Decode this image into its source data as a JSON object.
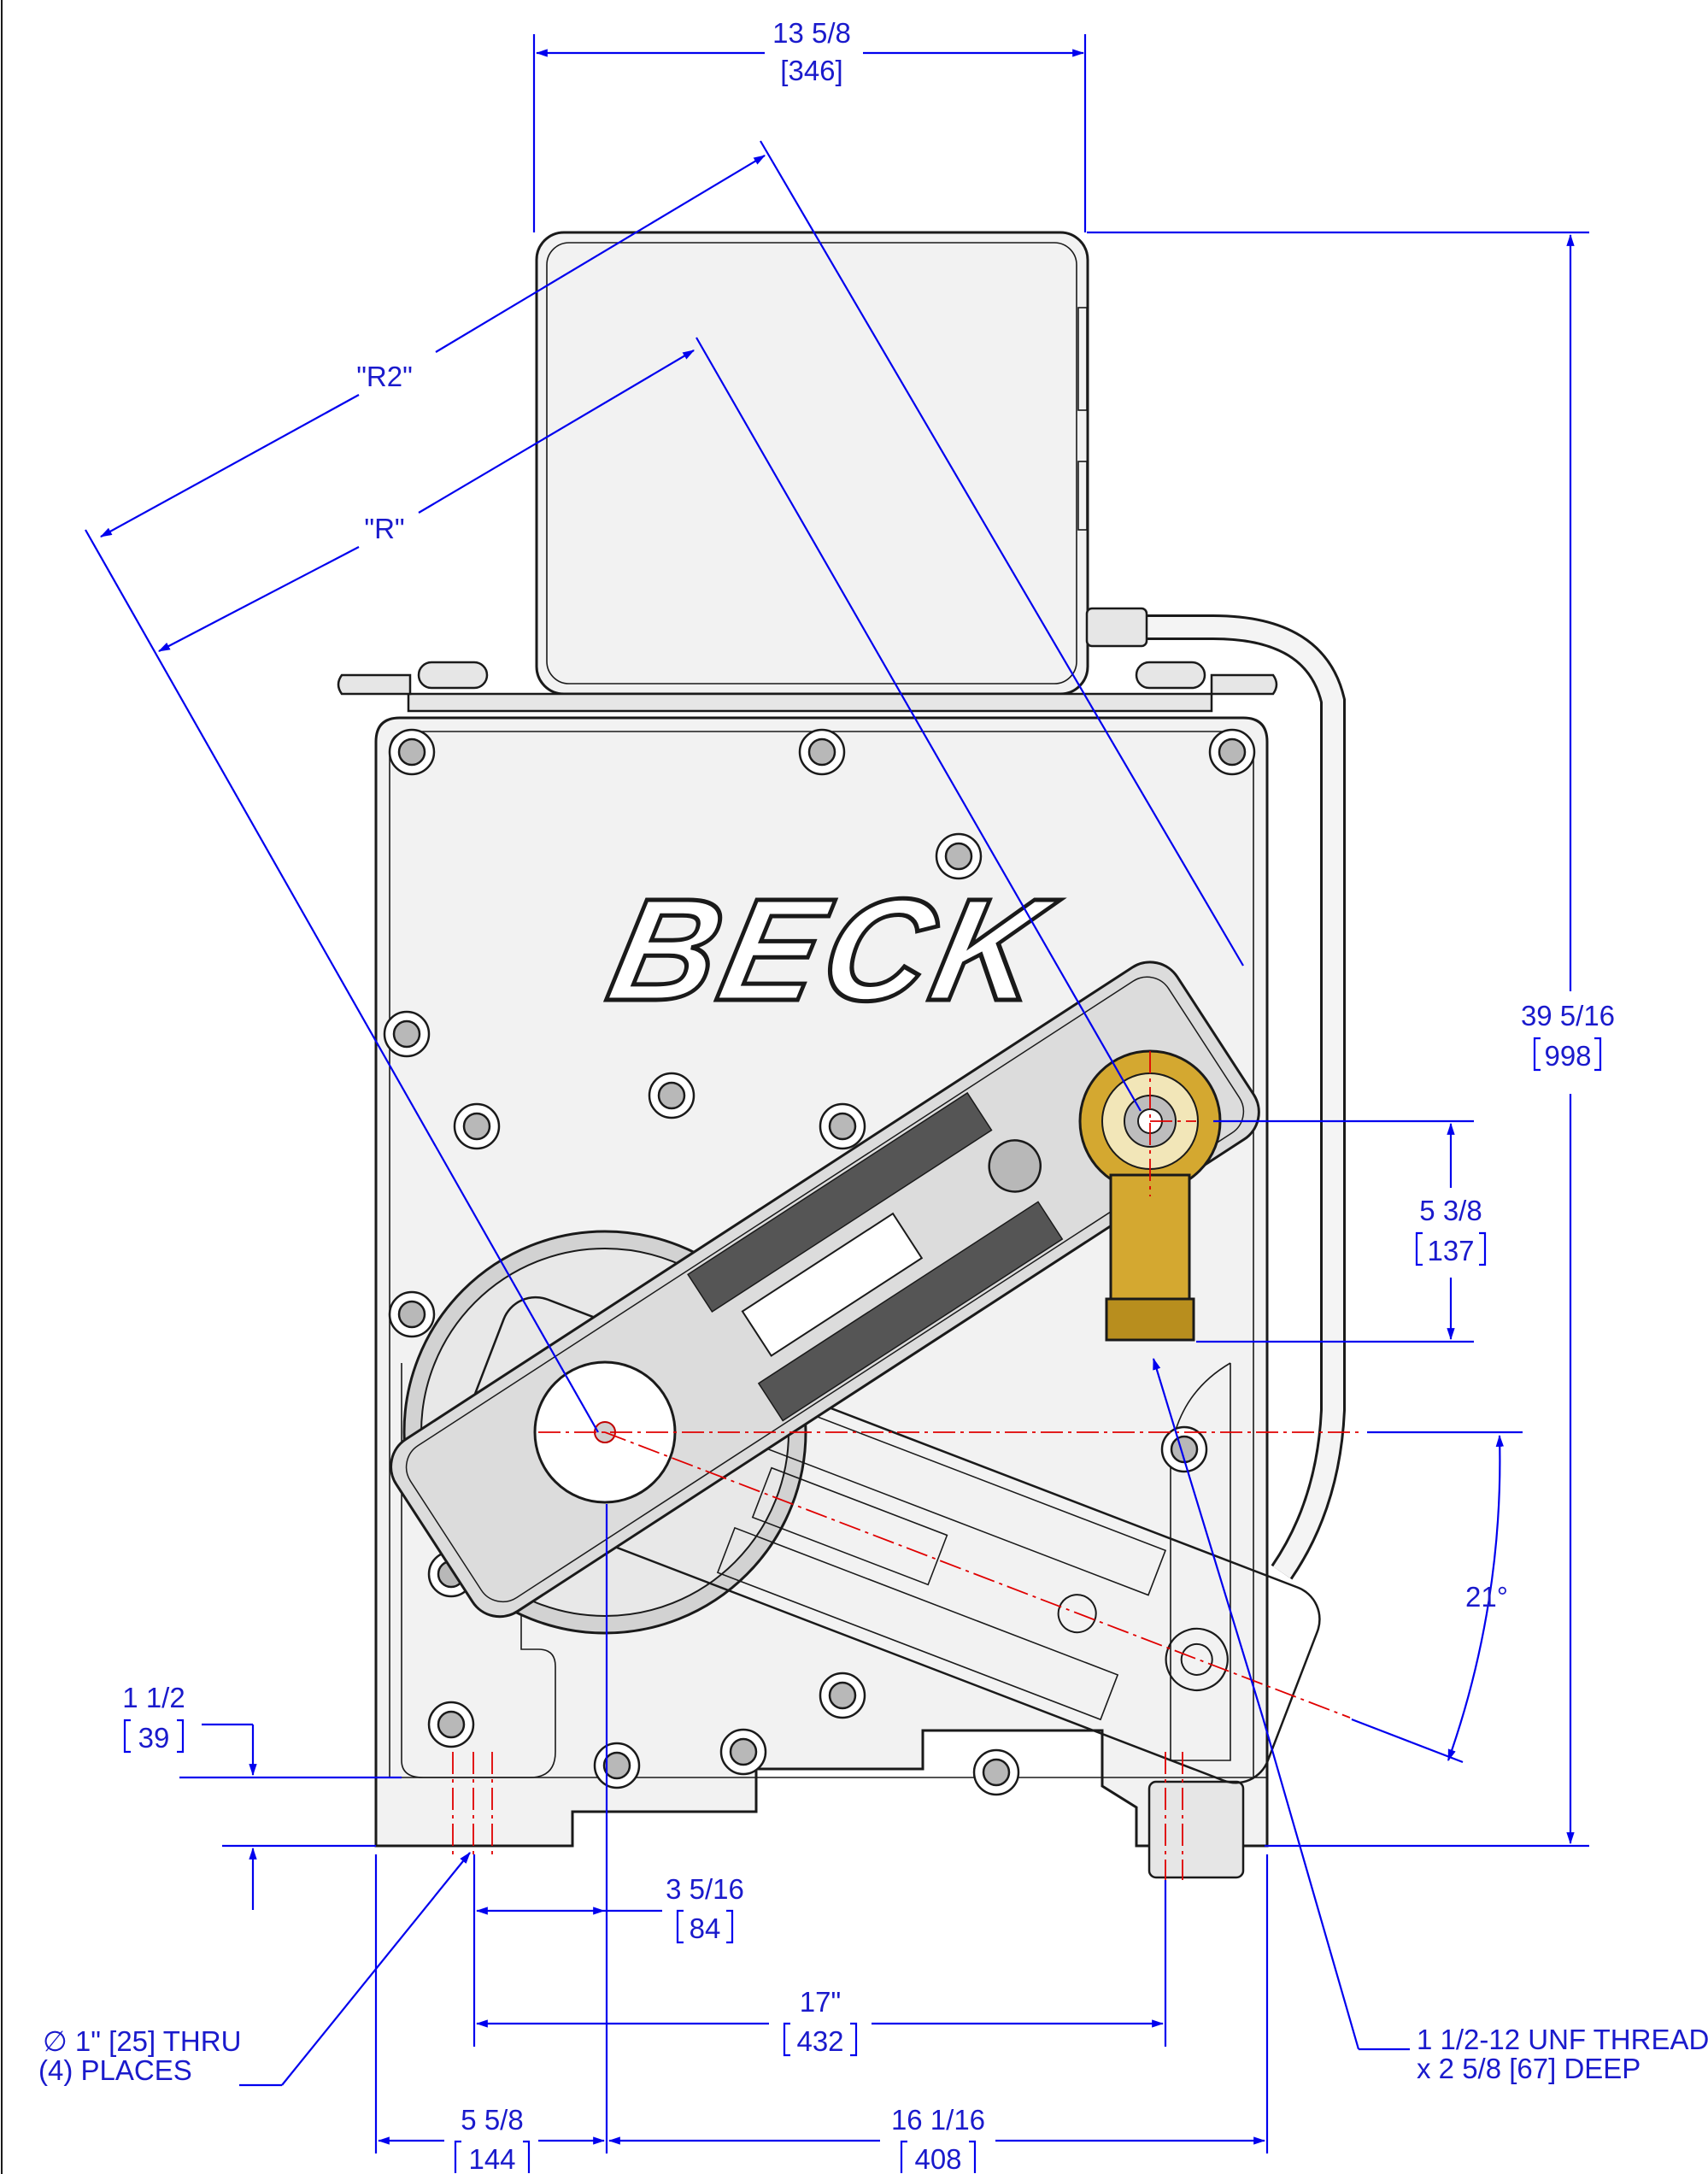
{
  "brand": "BECK",
  "colors": {
    "dimension": "#0000ee",
    "centerline": "#e00000",
    "outline": "#1a1a1a",
    "fill": "#f2f2f2",
    "brass": "#d4a830"
  },
  "dimensions": {
    "top_width": {
      "line1": "13 5/8",
      "line2": "[346]"
    },
    "radius_r2": "\"R2\"",
    "radius_r": "\"R\"",
    "overall_height": {
      "line1": "39 5/16",
      "line2": "998"
    },
    "rod_end_offset": {
      "line1": "5 3/8",
      "line2": "137"
    },
    "angle": "21°",
    "foot_height": {
      "line1": "1 1/2",
      "line2": "39"
    },
    "hole_to_shaft": {
      "line1": "3 5/16",
      "line2": "84"
    },
    "hole_spacing": {
      "line1": "17\"",
      "line2": "432"
    },
    "base_left": {
      "line1": "5 5/8",
      "line2": "144"
    },
    "base_right": {
      "line1": "16 1/16",
      "line2": "408"
    }
  },
  "notes": {
    "holes": {
      "line1": "∅ 1\" [25] THRU",
      "line2": "(4) PLACES"
    },
    "thread": {
      "line1": "1 1/2-12 UNF THREAD",
      "line2": "x 2 5/8 [67] DEEP"
    }
  }
}
